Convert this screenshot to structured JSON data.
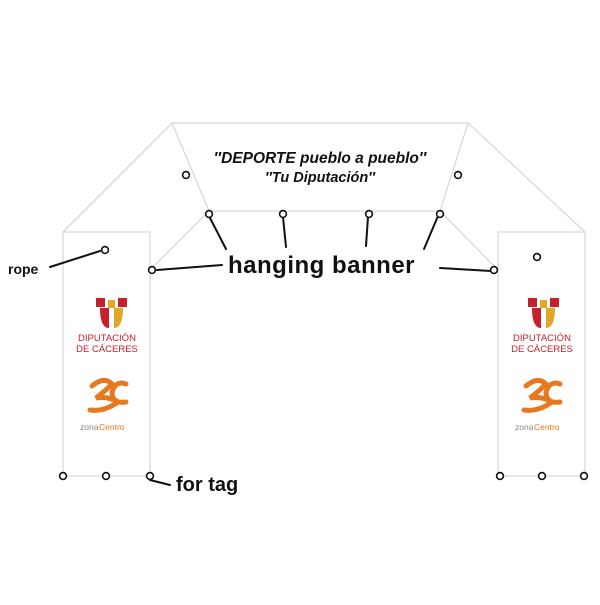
{
  "banner": {
    "line1": "″DEPORTE pueblo a pueblo″",
    "line2": "″Tu Diputación″"
  },
  "labels": {
    "rope": "rope",
    "hanging_banner": "hanging banner",
    "for_tag": "for tag"
  },
  "logos": {
    "diputacion_line1": "DIPUTACIÓN",
    "diputacion_line2": "DE CÁCERES",
    "zona_a": "zona",
    "zona_b": "Centro"
  },
  "colors": {
    "outline": "#cfcfcf",
    "diputacion_red": "#c8202b",
    "diputacion_gold": "#e0a826",
    "zona_orange": "#e8781e",
    "zona_grey": "#8a8a8a"
  }
}
